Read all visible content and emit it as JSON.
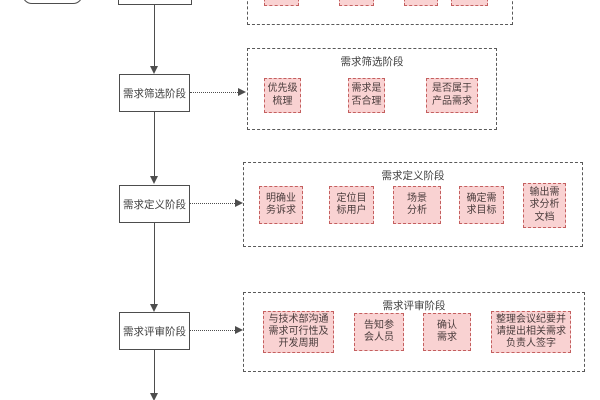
{
  "colors": {
    "background": "#ffffff",
    "task_fill": "#f9d2d2",
    "task_border": "#c45f5f",
    "shape_outline": "#4d4d4d",
    "container_border": "#595959",
    "text": "#3d3d3d"
  },
  "flow": {
    "stages": [
      {
        "label": "需求筛选阶段"
      },
      {
        "label": "需求定义阶段"
      },
      {
        "label": "需求评审阶段"
      }
    ],
    "phases": [
      {
        "title": "需求筛选阶段",
        "tasks": [
          {
            "label": "优先级\n梳理"
          },
          {
            "label": "需求是\n否合理"
          },
          {
            "label": "是否属于\n产品需求"
          }
        ]
      },
      {
        "title": "需求定义阶段",
        "tasks": [
          {
            "label": "明确业\n务诉求"
          },
          {
            "label": "定位目\n标用户"
          },
          {
            "label": "场景\n分析"
          },
          {
            "label": "确定需\n求目标"
          },
          {
            "label": "输出需\n求分析\n文档"
          }
        ]
      },
      {
        "title": "需求评审阶段",
        "tasks": [
          {
            "label": "与技术部沟通\n需求可行性及\n开发周期"
          },
          {
            "label": "告知参\n会人员"
          },
          {
            "label": "确认\n需求"
          },
          {
            "label": "整理会议纪要并\n请提出相关需求\n负责人签字"
          }
        ]
      }
    ]
  }
}
